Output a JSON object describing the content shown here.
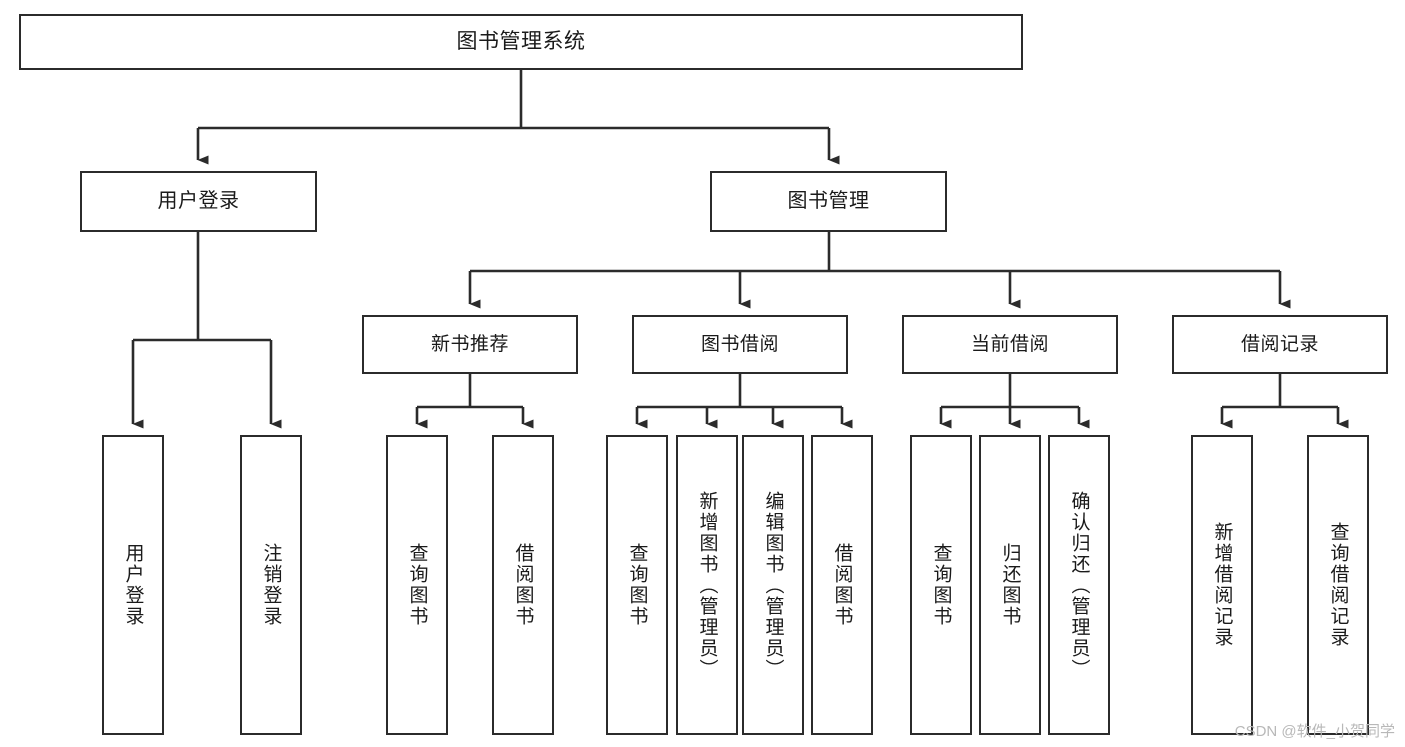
{
  "diagram": {
    "title": "图书管理系统",
    "type": "tree",
    "watermark": "CSDN @软件_小贺同学",
    "colors": {
      "box_border": "#2b2b2b",
      "box_fill": "#ffffff",
      "link": "#2b2b2b",
      "text": "#1a1a1a",
      "watermark": "#b8b8b8"
    },
    "root": {
      "label": "图书管理系统"
    },
    "level2": [
      {
        "label": "用户登录"
      },
      {
        "label": "图书管理"
      }
    ],
    "level3": [
      {
        "label": "新书推荐"
      },
      {
        "label": "图书借阅"
      },
      {
        "label": "当前借阅"
      },
      {
        "label": "借阅记录"
      }
    ],
    "leaves": [
      {
        "label": "用户登录"
      },
      {
        "label": "注销登录"
      },
      {
        "label": "查询图书"
      },
      {
        "label": "借阅图书"
      },
      {
        "label": "查询图书"
      },
      {
        "label": "新增图书（管理员）"
      },
      {
        "label": "编辑图书（管理员）"
      },
      {
        "label": "借阅图书"
      },
      {
        "label": "查询图书"
      },
      {
        "label": "归还图书"
      },
      {
        "label": "确认归还（管理员）"
      },
      {
        "label": "新增借阅记录"
      },
      {
        "label": "查询借阅记录"
      }
    ]
  }
}
